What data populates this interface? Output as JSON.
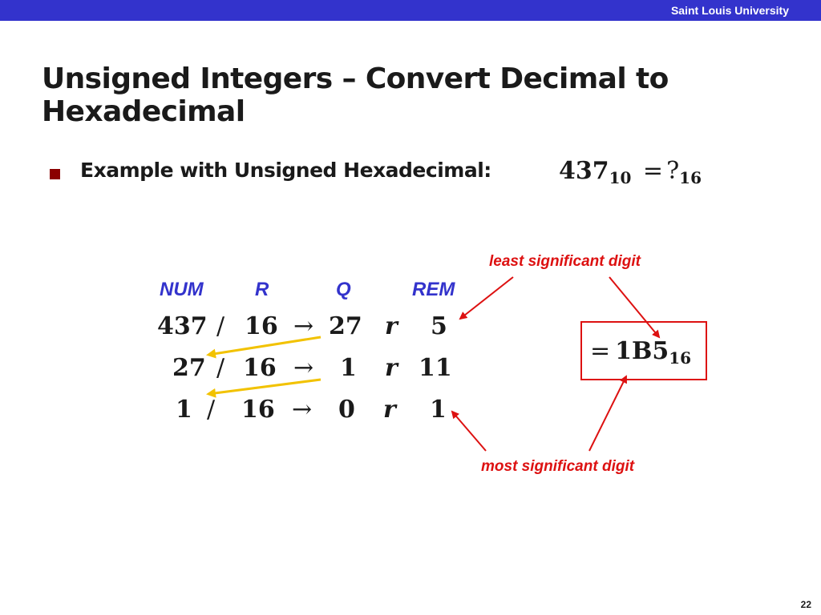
{
  "header": {
    "university": "Saint Louis University"
  },
  "title": "Unsigned Integers – Convert Decimal to Hexadecimal",
  "example": {
    "label": "Example with Unsigned Hexadecimal:",
    "number": "437",
    "from_base": "10",
    "equals": "=",
    "unknown": "?",
    "to_base": "16"
  },
  "table": {
    "headers": {
      "num": "NUM",
      "r": "R",
      "q": "Q",
      "rem": "REM"
    },
    "rows": [
      {
        "num": "437",
        "div": "/",
        "r": "16",
        "arrow": "→",
        "q": "27",
        "rsym": "r",
        "rem": "5"
      },
      {
        "num": "27",
        "div": "/",
        "r": "16",
        "arrow": "→",
        "q": "1",
        "rsym": "r",
        "rem": "11"
      },
      {
        "num": "1",
        "div": "/",
        "r": "16",
        "arrow": "→",
        "q": "0",
        "rsym": "r",
        "rem": "1"
      }
    ]
  },
  "result": {
    "equals": "=",
    "value": "1B5",
    "base": "16"
  },
  "annotations": {
    "least": "least significant digit",
    "most": "most significant digit"
  },
  "colors": {
    "topbar": "#3333cc",
    "header_text": "#3333cc",
    "annotation": "#dd1111",
    "feedback_arrow": "#f2c200",
    "bullet": "#8b0000"
  },
  "page_number": "22"
}
